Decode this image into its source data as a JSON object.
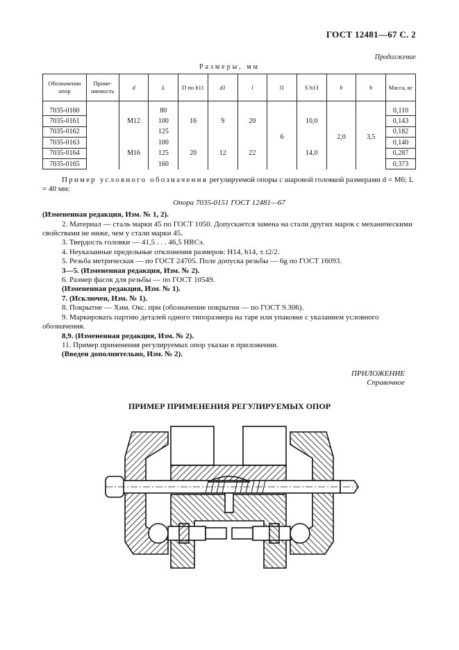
{
  "header": {
    "title": "ГОСТ 12481—67 С. 2"
  },
  "continuation": "Продолжение",
  "dims_caption": "Размеры, мм",
  "table": {
    "columns": [
      "Обозначения опор",
      "Приме-няемость",
      "d",
      "L",
      "D по h11",
      "d1",
      "l",
      "l1",
      "S h13",
      "b",
      "h",
      "Масса, кг"
    ],
    "rows": [
      {
        "code": "7035-0160",
        "L": "80",
        "mass": "0,110"
      },
      {
        "code": "7035-0161",
        "L": "100",
        "mass": "0,143"
      },
      {
        "code": "7035-0162",
        "L": "125",
        "mass": "0,182"
      },
      {
        "code": "7035-0163",
        "L": "100",
        "mass": "0,140"
      },
      {
        "code": "7035-0164",
        "L": "125",
        "mass": "0,287"
      },
      {
        "code": "7035-0165",
        "L": "160",
        "mass": "0,373"
      }
    ],
    "d_groups": [
      "M12",
      "M16"
    ],
    "D_groups": [
      "16",
      "20"
    ],
    "d1_groups": [
      "9",
      "12"
    ],
    "l_groups": [
      "20",
      "22"
    ],
    "l1": "6",
    "S_groups": [
      "10,0",
      "14,0"
    ],
    "b": "2,0",
    "h": "3,5"
  },
  "example": {
    "lead": "Пример условного обозначения",
    "text": " регулируемой опоры с шаровой головкой размерами d = M6; L = 40 мм:",
    "designation": "Опора 7035-0151 ГОСТ 12481—67"
  },
  "notes": [
    {
      "text": "(Измененная редакция, Изм. № 1, 2).",
      "bold": true
    },
    {
      "text": "2. Материал — сталь марки 45 по ГОСТ 1050. Допускается замена на стали других марок с механическими свойствами не ниже, чем у стали марки 45.",
      "bold": false
    },
    {
      "text": "3. Твердость головки — 41,5 . . . 46,5 HRCэ.",
      "bold": false
    },
    {
      "text": "4. Неуказанные предельные отклонения размеров: H14, h14, ± t2/2.",
      "bold": false
    },
    {
      "text": "5. Резьба метрическая — по ГОСТ 24705. Поле допуска резьбы — 6g по ГОСТ 16093.",
      "bold": false
    },
    {
      "text": "3—5. (Измененная редакция, Изм. № 2).",
      "bold": true
    },
    {
      "text": "6. Размер фасок для резьбы — по ГОСТ 10549.",
      "bold": false
    },
    {
      "text": "(Измененная редакция, Изм. № 1).",
      "bold": true
    },
    {
      "text": "7. (Исключен, Изм. № 1).",
      "bold": true
    },
    {
      "text": "8. Покрытие — Хим. Окс. прм (обозначение покрытия — по ГОСТ 9.306).",
      "bold": false
    },
    {
      "text": "9. Маркировать партию деталей одного типоразмера на таре или упаковке с указанием условного обозначения.",
      "bold": false
    },
    {
      "text": "8,9. (Измененная редакция, Изм. № 2).",
      "bold": true
    },
    {
      "text": "11. Пример применения регулируемых опор указан в приложении.",
      "bold": false
    },
    {
      "text": "(Введен дополнительно, Изм. № 2).",
      "bold": true
    }
  ],
  "appendix": {
    "label": "ПРИЛОЖЕНИЕ",
    "type": "Справочное",
    "title": "ПРИМЕР ПРИМЕНЕНИЯ РЕГУЛИРУЕМЫХ ОПОР"
  }
}
